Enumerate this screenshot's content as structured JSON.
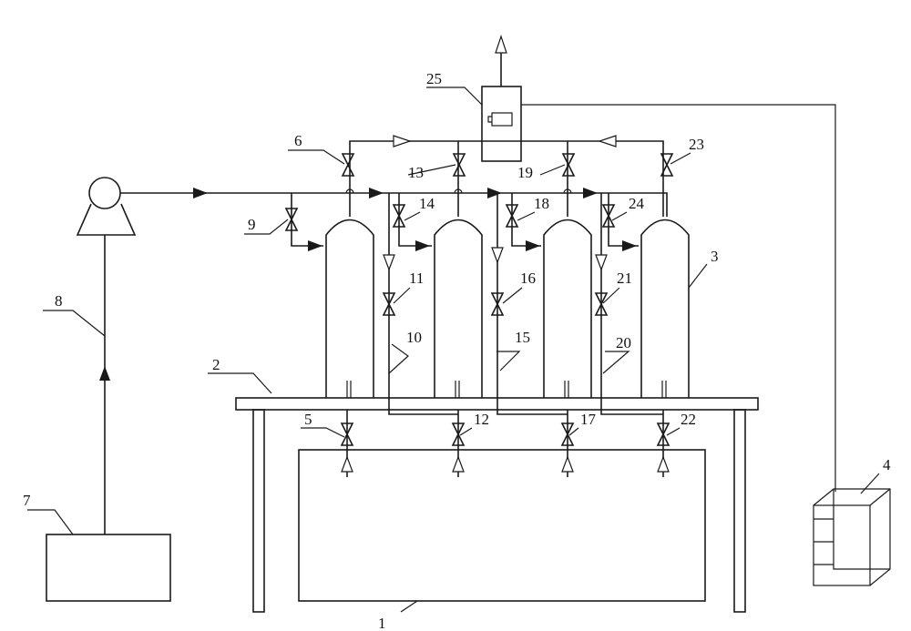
{
  "labels": {
    "tank": "1",
    "table": "2",
    "column": "3",
    "controller": "4",
    "valve_bottom_1": "5",
    "valve_top_1": "6",
    "pump_supply": "7",
    "feed_line": "8",
    "valve_inlet_1": "9",
    "pipe_1": "10",
    "valve_pipe_1": "11",
    "valve_bottom_2": "12",
    "valve_top_2": "13",
    "valve_inlet_2": "14",
    "pipe_2": "15",
    "valve_pipe_2": "16",
    "valve_bottom_3": "17",
    "valve_inlet_3": "18",
    "valve_top_3": "19",
    "pipe_3": "20",
    "valve_pipe_3": "21",
    "valve_bottom_4": "22",
    "valve_top_4": "23",
    "valve_inlet_4": "24",
    "detector": "25"
  },
  "colors": {
    "line": "#1a1a1a",
    "background": "#ffffff"
  },
  "icons": {
    "pump": "pump-icon",
    "valve": "valve-icon",
    "detector": "detector-icon",
    "cabinet": "cabinet-icon"
  }
}
